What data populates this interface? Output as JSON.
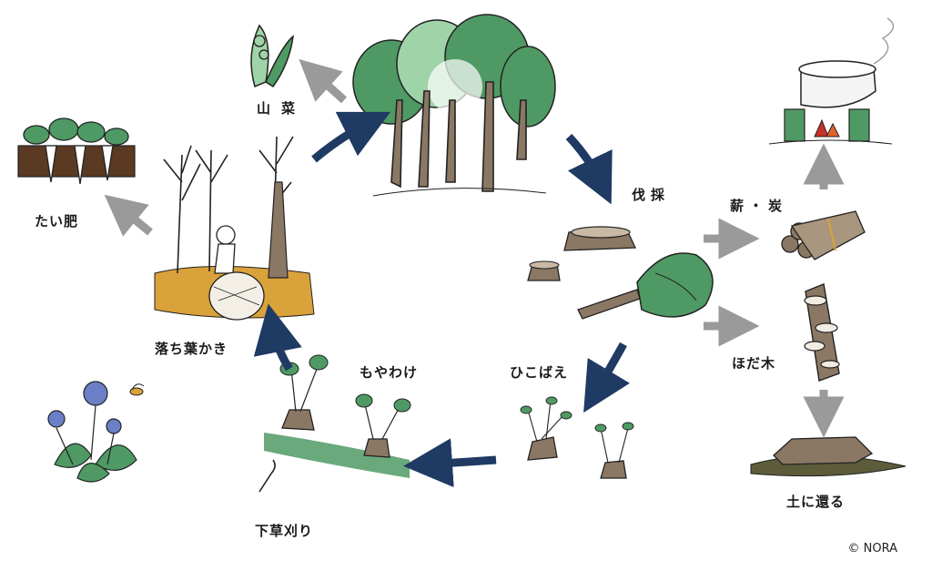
{
  "labels": {
    "sansai": "山菜",
    "taihi": "たい肥",
    "ochibakaki": "落ち葉かき",
    "batsusai": "伐採",
    "maki_sumi": "薪・炭",
    "hodagi": "ほだ木",
    "tsuchi": "土に還る",
    "hikobae": "ひこばえ",
    "moyawake": "もやわけ",
    "shitakusa": "下草刈り"
  },
  "copyright": "© NORA",
  "colors": {
    "cycle_arrow": "#1f3a63",
    "side_arrow": "#9a9a9a",
    "foliage": "#4f9a64",
    "foliage_light": "#9fd3a8",
    "leaf_litter": "#d9a23a",
    "trunk": "#8b7864"
  }
}
